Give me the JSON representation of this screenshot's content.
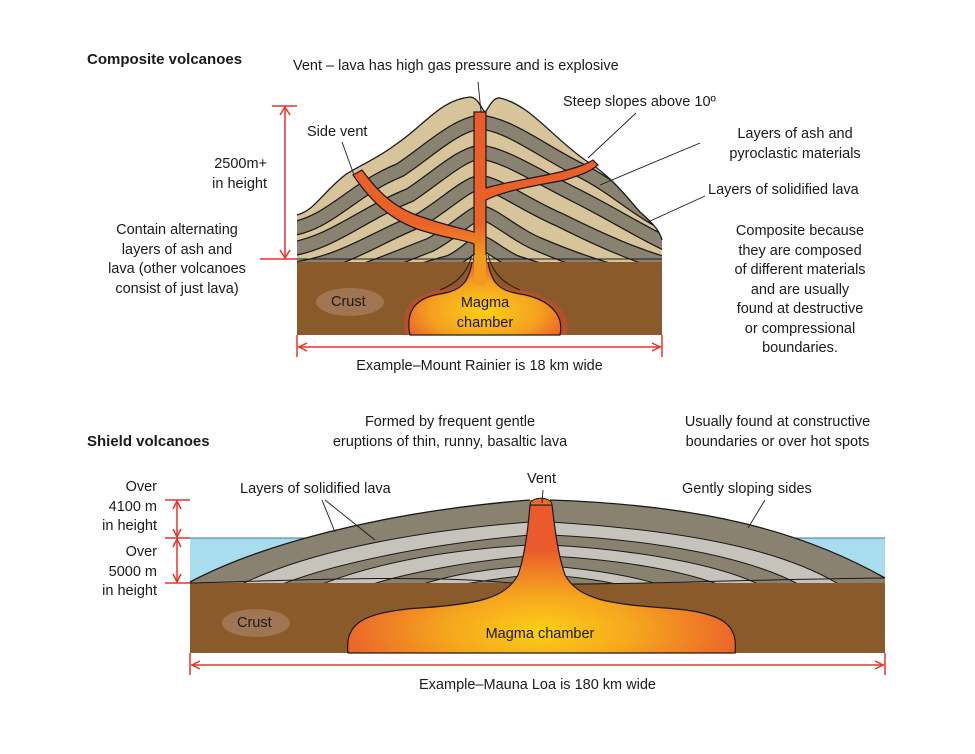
{
  "composite": {
    "title": "Composite volcanoes",
    "vent_label": "Vent – lava has high gas pressure and is explosive",
    "steep_slopes": "Steep slopes above 10º",
    "side_vent": "Side vent",
    "ash_layers": [
      "Layers of ash and",
      "pyroclastic materials"
    ],
    "solidified_lava": "Layers of solidified lava",
    "height": [
      "2500m+",
      "in height"
    ],
    "alternating": [
      "Contain alternating",
      "layers of ash and",
      "lava (other volcanoes",
      "consist of just lava)"
    ],
    "why_composite": [
      "Composite because",
      "they are composed",
      "of different materials",
      "and are usually",
      "found at destructive",
      "or compressional",
      "boundaries."
    ],
    "crust": "Crust",
    "magma": [
      "Magma",
      "chamber"
    ],
    "example": "Example–Mount Rainier is 18 km wide"
  },
  "shield": {
    "title": "Shield volcanoes",
    "formed_by": [
      "Formed by frequent gentle",
      "eruptions of thin, runny, basaltic lava"
    ],
    "found_at": [
      "Usually found at constructive",
      "boundaries or over hot spots"
    ],
    "layers": "Layers of solidified lava",
    "vent": "Vent",
    "gentle_slopes": "Gently sloping sides",
    "height_above": [
      "Over",
      "4100 m",
      "in height"
    ],
    "height_below": [
      "Over",
      "5000 m",
      "in height"
    ],
    "crust": "Crust",
    "magma": "Magma chamber",
    "example": "Example–Mauna Loa is 180 km wide"
  },
  "colors": {
    "ash": "#d8c49a",
    "lava_layer": "#8a8270",
    "shield_light": "#c6c3bd",
    "crust": "#8b5a2b",
    "magma_outer": "#ec5a2a",
    "magma_inner": "#fbc814",
    "sea": "#a8dcef",
    "measure": "#e8322a"
  }
}
